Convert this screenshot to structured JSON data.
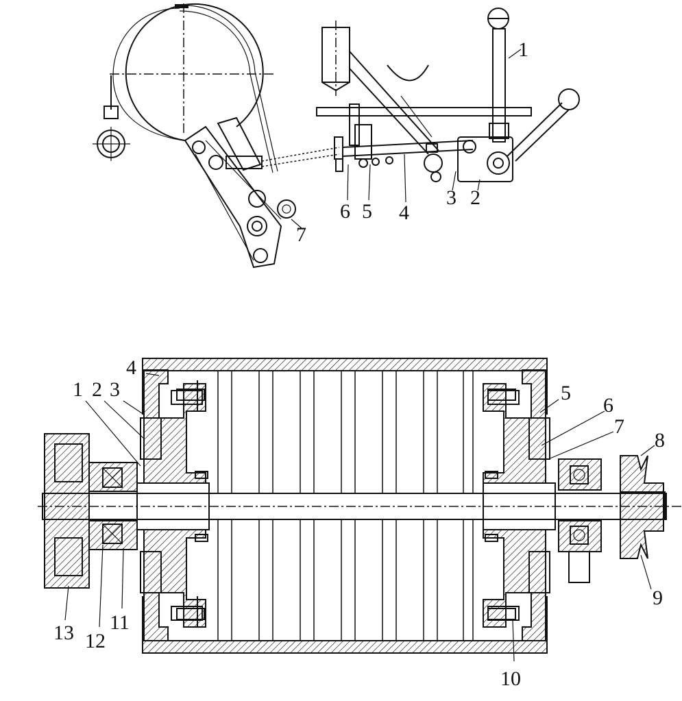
{
  "top_figure": {
    "labels": [
      "1",
      "2",
      "3",
      "4",
      "5",
      "6",
      "7"
    ]
  },
  "bottom_figure": {
    "labels": [
      "1",
      "2",
      "3",
      "4",
      "5",
      "6",
      "7",
      "8",
      "9",
      "10",
      "11",
      "12",
      "13"
    ]
  }
}
